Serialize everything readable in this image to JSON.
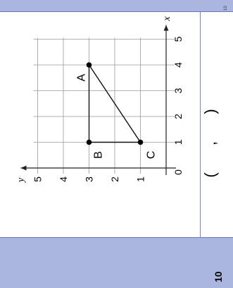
{
  "question": {
    "number": "10"
  },
  "answer_mark": "10",
  "answer": {
    "open": "(",
    "comma": ",",
    "close": ")"
  },
  "chart_data": {
    "type": "scatter",
    "xlabel": "x",
    "ylabel": "y",
    "xlim": [
      0,
      5
    ],
    "ylim": [
      0,
      5
    ],
    "x_ticks": [
      "0",
      "1",
      "2",
      "3",
      "4",
      "5"
    ],
    "y_ticks": [
      "1",
      "2",
      "3",
      "4",
      "5"
    ],
    "grid": true,
    "points": [
      {
        "label": "A",
        "x": 4,
        "y": 3
      },
      {
        "label": "B",
        "x": 1,
        "y": 3
      },
      {
        "label": "C",
        "x": 1,
        "y": 1
      }
    ],
    "segments": [
      [
        "A",
        "B"
      ],
      [
        "B",
        "C"
      ],
      [
        "C",
        "A"
      ]
    ]
  }
}
